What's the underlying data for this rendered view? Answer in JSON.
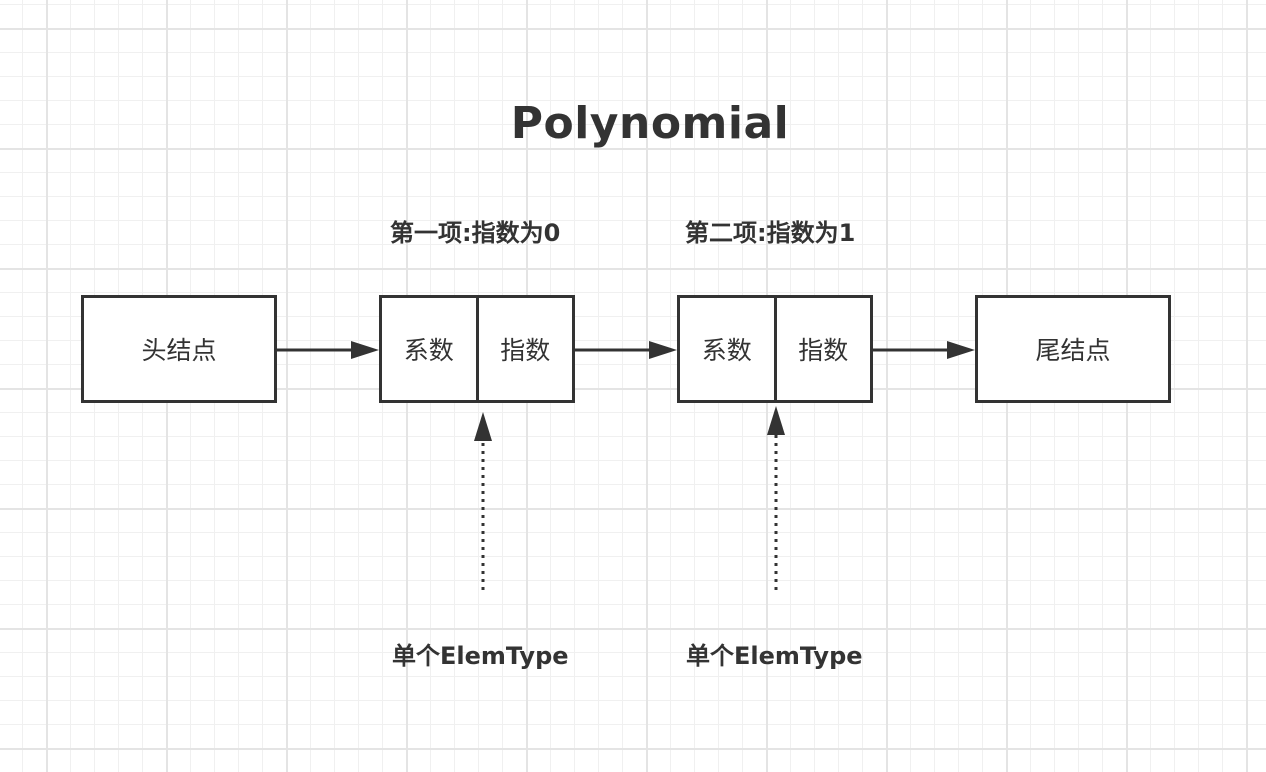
{
  "diagram": {
    "title": "Polynomial",
    "nodes": {
      "head": "头结点",
      "term1": {
        "coef": "系数",
        "exp": "指数"
      },
      "term2": {
        "coef": "系数",
        "exp": "指数"
      },
      "tail": "尾结点"
    },
    "term_labels": [
      "第一项:指数为0",
      "第二项:指数为1"
    ],
    "elem_labels": [
      "单个ElemType",
      "单个ElemType"
    ]
  }
}
